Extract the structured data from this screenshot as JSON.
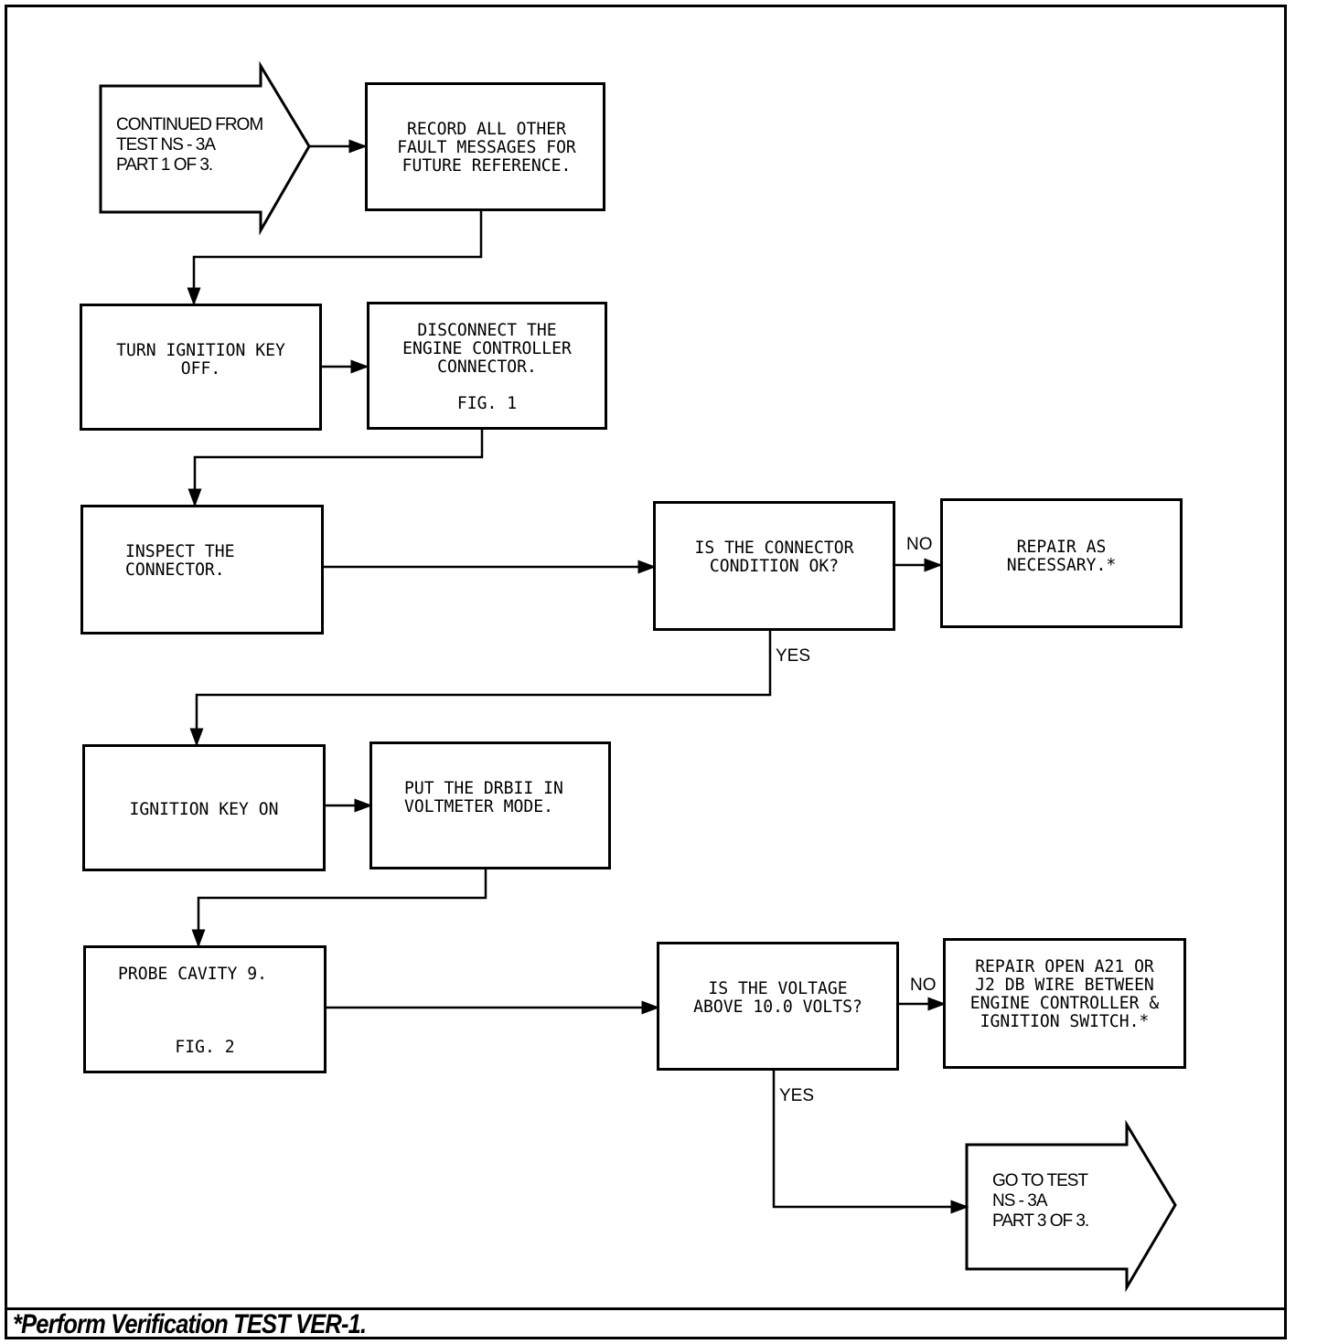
{
  "diagram": {
    "start_arrow": {
      "text": "CONTINUED FROM\nTEST NS - 3A\nPART 1 OF 3."
    },
    "end_arrow": {
      "text": "GO TO TEST\nNS - 3A\nPART 3 OF 3."
    },
    "steps": {
      "record": "RECORD ALL OTHER\nFAULT MESSAGES FOR\nFUTURE REFERENCE.",
      "turn_off": "TURN IGNITION KEY\nOFF.",
      "disconnect": "DISCONNECT THE\nENGINE CONTROLLER\nCONNECTOR.",
      "disconnect_fig": "FIG. 1",
      "inspect": "INSPECT THE\nCONNECTOR.",
      "connector_question": "IS THE CONNECTOR\nCONDITION OK?",
      "repair_connector": "REPAIR AS\nNECESSARY.*",
      "key_on": "IGNITION KEY ON",
      "drbii": "PUT THE DRBII IN\nVOLTMETER MODE.",
      "probe": "PROBE CAVITY 9.",
      "probe_fig": "FIG. 2",
      "voltage_question": "IS THE VOLTAGE\nABOVE 10.0 VOLTS?",
      "repair_wire": "REPAIR OPEN A21 OR\nJ2 DB WIRE BETWEEN\nENGINE CONTROLLER &\nIGNITION SWITCH.*"
    },
    "labels": {
      "no": "NO",
      "yes": "YES"
    },
    "footer": "*Perform Verification TEST VER-1."
  }
}
